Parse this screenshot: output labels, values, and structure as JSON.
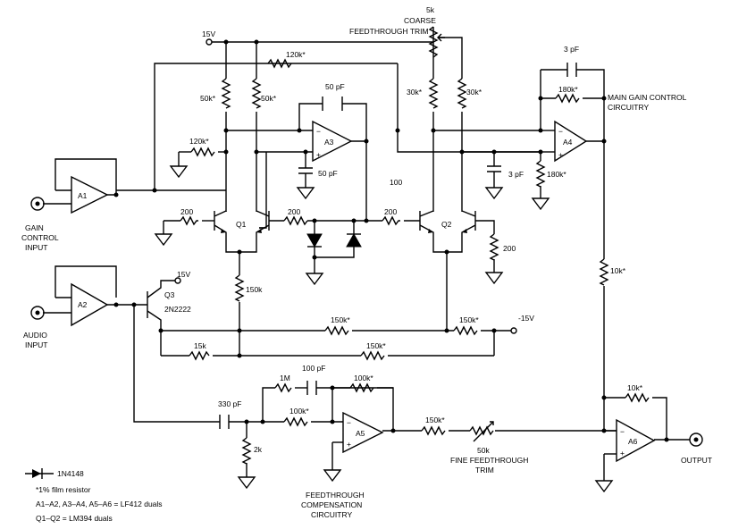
{
  "supply": {
    "pos": "15V",
    "neg": "-15V",
    "q3_pos": "15V"
  },
  "labels": {
    "coarse_pot_value": "5k",
    "coarse_pot_name_1": "COARSE",
    "coarse_pot_name_2": "FEEDTHROUGH TRIM",
    "main_gain_1": "MAIN GAIN CONTROL",
    "main_gain_2": "CIRCUITRY",
    "gain_input_1": "GAIN",
    "gain_input_2": "CONTROL",
    "gain_input_3": "INPUT",
    "audio_input_1": "AUDIO",
    "audio_input_2": "INPUT",
    "fine_trim_value": "50k",
    "fine_trim_1": "FINE FEEDTHROUGH",
    "fine_trim_2": "TRIM",
    "feedthrough_1": "FEEDTHROUGH",
    "feedthrough_2": "COMPENSATION",
    "feedthrough_3": "CIRCUITRY",
    "output": "OUTPUT",
    "mid_label": "100"
  },
  "components": {
    "r_120k_top": "120k*",
    "r_50k_left": "50k*",
    "r_50k_right": "50k*",
    "r_120k_a3": "120k*",
    "c_50pf_top": "50 pF",
    "c_50pf_bottom": "50 pF",
    "r_30k_left": "30k*",
    "r_30k_right": "30k*",
    "c_3pf_top": "3 pF",
    "r_180k_top": "180k*",
    "c_3pf_mid": "3 pF",
    "r_180k_mid": "180k*",
    "r_200_q1_left": "200",
    "r_200_q1_right": "200",
    "r_200_q2_left": "200",
    "r_200_q2_right": "200",
    "r_150k_q1": "150k",
    "r_10k_a4": "10k*",
    "r_150k_n1": "150k*",
    "r_150k_n2": "150k*",
    "r_15k": "15k",
    "r_150k_bot": "150k*",
    "r_1m": "1M",
    "c_100pf": "100 pF",
    "r_100k_a5_fb": "100k*",
    "r_100k_a5_in": "100k*",
    "c_330pf": "330 pF",
    "r_2k": "2k",
    "r_150k_a5_out": "150k*",
    "r_10k_a6": "10k*"
  },
  "devices": {
    "a1": "A1",
    "a2": "A2",
    "a3": "A3",
    "a4": "A4",
    "a5": "A5",
    "a6": "A6",
    "q1": "Q1",
    "q2": "Q2",
    "q3": "Q3",
    "q3_part": "2N2222"
  },
  "legend": {
    "diode": "1N4148",
    "film": "*1% film resistor",
    "duals_1": "A1–A2, A3–A4, A5–A6 = LF412 duals",
    "duals_2": "Q1–Q2 = LM394 duals"
  }
}
